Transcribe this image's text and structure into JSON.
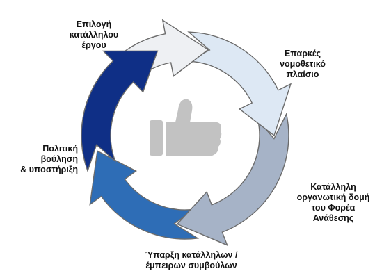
{
  "diagram": {
    "center_icon": "thumbs-up-icon",
    "steps": [
      {
        "label": "Επιλογή\nκατάλληλου\nέργου",
        "color": "#eef0f3"
      },
      {
        "label": "Επαρκές\nνομοθετικό\nπλαίσιο",
        "color": "#dde8f4"
      },
      {
        "label": "Κατάλληλη\nοργανωτική δομή\nτου Φορέα\nΑνάθεσης",
        "color": "#a6b3c7"
      },
      {
        "label": "Ύπαρξη κατάλληλων /\nέμπειρων συμβούλων",
        "color": "#2e6db6"
      },
      {
        "label": "Πολιτική\nβούληση\n& υποστήριξη",
        "color": "#0f2f86"
      }
    ],
    "icon_color": "#c2c2c2",
    "outline_color": "#6b6b6b"
  }
}
